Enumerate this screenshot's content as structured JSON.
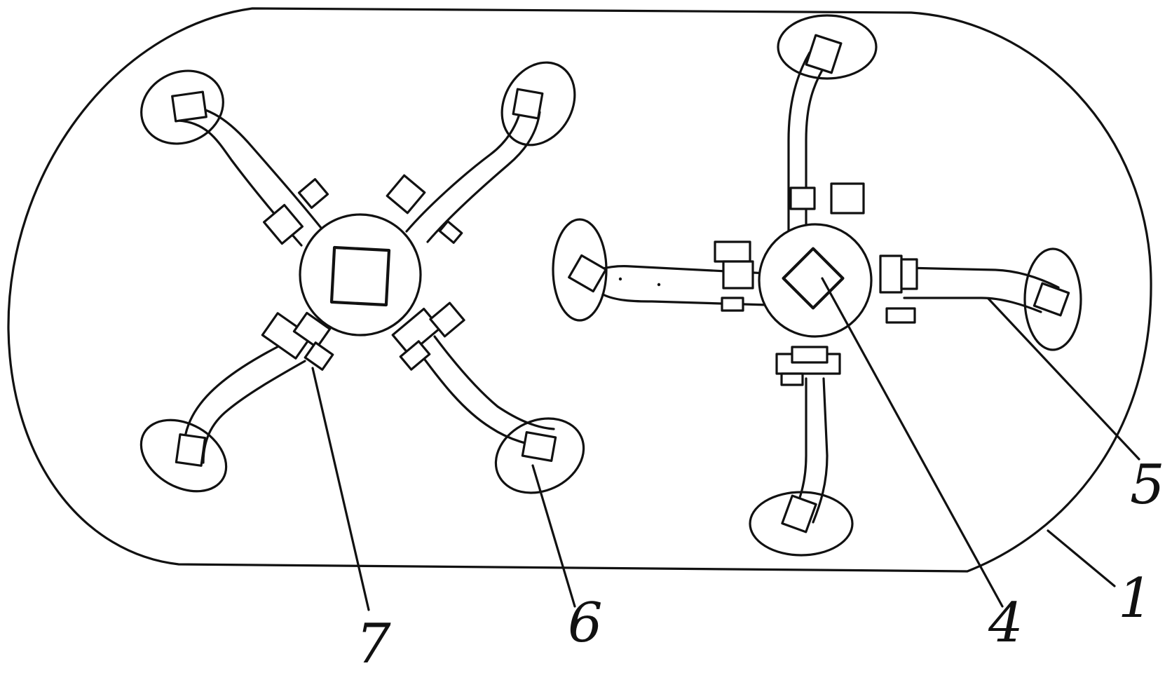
{
  "figure": {
    "callouts": [
      {
        "id": "label-1",
        "text": "1"
      },
      {
        "id": "label-4",
        "text": "4"
      },
      {
        "id": "label-5",
        "text": "5"
      },
      {
        "id": "label-6",
        "text": "6"
      },
      {
        "id": "label-7",
        "text": "7"
      }
    ],
    "ink_color": "#111111",
    "paper_color": "#ffffff"
  }
}
